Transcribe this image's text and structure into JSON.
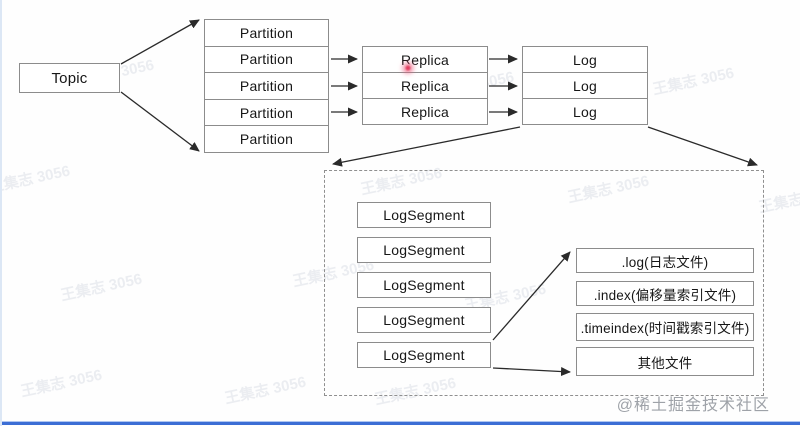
{
  "diagram": {
    "topic": "Topic",
    "partitions": [
      "Partition",
      "Partition",
      "Partition",
      "Partition",
      "Partition"
    ],
    "replicas": [
      "Replica",
      "Replica",
      "Replica"
    ],
    "logs": [
      "Log",
      "Log",
      "Log"
    ],
    "log_segments": [
      "LogSegment",
      "LogSegment",
      "LogSegment",
      "LogSegment",
      "LogSegment"
    ],
    "segment_files": [
      ".log(日志文件)",
      ".index(偏移量索引文件)",
      ".timeindex(时间戳索引文件)",
      "其他文件"
    ]
  },
  "watermark": {
    "tile_text": "王集志 3056",
    "credit": "@稀土掘金技术社区"
  },
  "colors": {
    "bottom_bar": "#3c6ed5",
    "laser_dot": "#e23b5e",
    "arrow": "#2a2a2a",
    "box_border": "#8c8c8c"
  }
}
